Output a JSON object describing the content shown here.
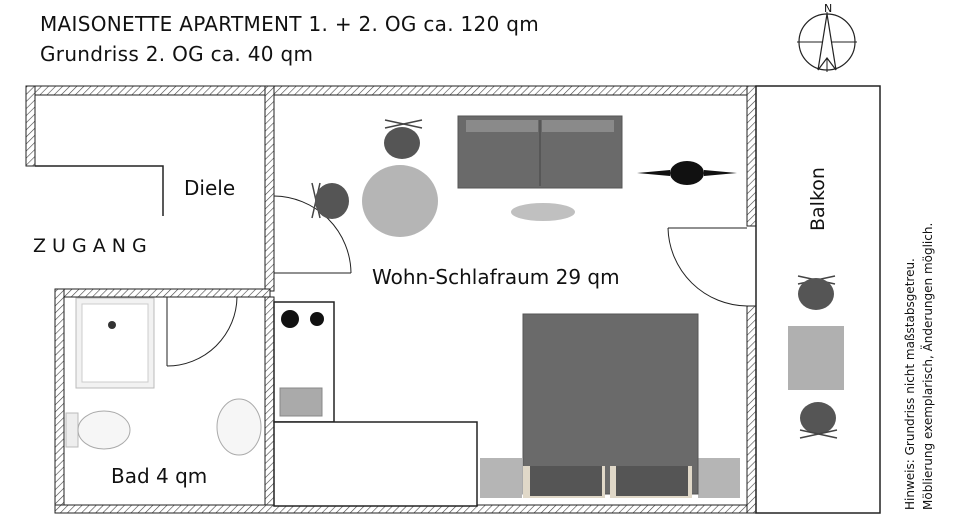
{
  "header": {
    "title_line1": "MAISONETTE  APARTMENT  1. + 2. OG  ca. 120 qm",
    "title_line2": "Grundriss 2. OG ca. 40 qm"
  },
  "compass": {
    "north_label": "N"
  },
  "rooms": {
    "diele": "Diele",
    "zugang": "Z U G A N G",
    "wohn": "Wohn-Schlafraum 29 qm",
    "bad": "Bad 4 qm",
    "balkon": "Balkon"
  },
  "note": {
    "line1": "Hinweis: Grundriss nicht maßstabsgetreu.",
    "line2": "Möblierung exemplarisch, Änderungen möglich."
  },
  "colors": {
    "wall": "#222222",
    "furniture_dark": "#666666",
    "furniture_light": "#b5b5b5",
    "chair": "#555555"
  }
}
